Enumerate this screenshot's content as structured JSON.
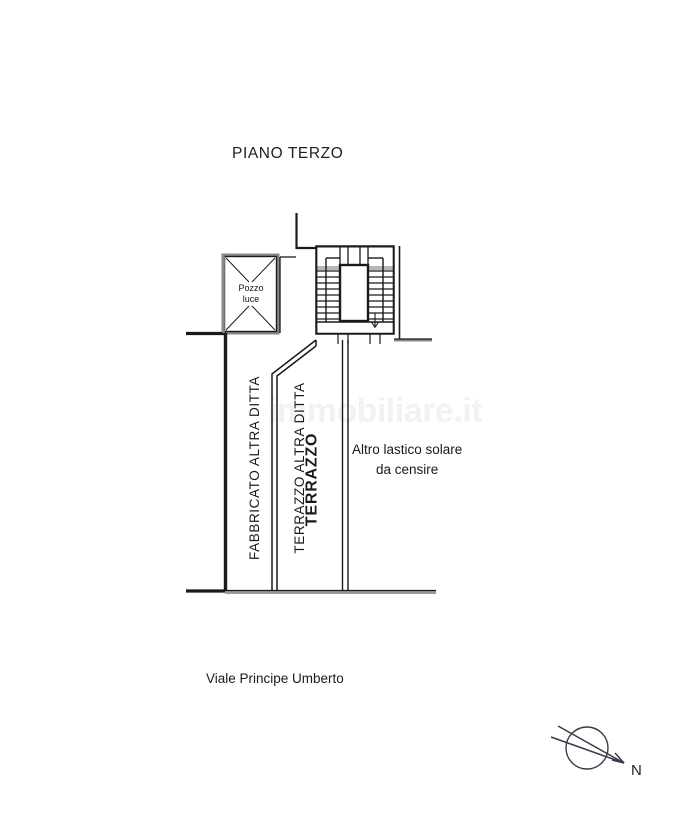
{
  "document": {
    "kind": "floor-plan",
    "title": "PIANO TERZO",
    "background_color": "#ffffff",
    "line_color": "#1a1a1a"
  },
  "plan": {
    "title": "PIANO TERZO",
    "rooms": {
      "pozzo_luce": {
        "label_line1": "Pozzo",
        "label_line2": "luce"
      },
      "terrazzo": {
        "label": "TERRAZZO"
      },
      "terrazzo_altra_ditta": {
        "label": "TERRAZZO ALTRA DITTA"
      },
      "fabbricato_altra_ditta": {
        "label": "FABBRICATO ALTRA DITTA"
      },
      "lastrico": {
        "label_line1": "Altro lastico solare",
        "label_line2": "da censire"
      }
    },
    "street": {
      "label": "Viale Principe Umberto"
    },
    "compass": {
      "label": "N",
      "icon": "compass-rose-icon"
    },
    "stairwell": {
      "name": "vano-scala",
      "tread_count_left": 9,
      "tread_count_right": 9,
      "direction_arrow": "down-arrow-icon"
    }
  },
  "watermark": {
    "text": "immobiliare.it",
    "color": "#f2f2f2"
  }
}
